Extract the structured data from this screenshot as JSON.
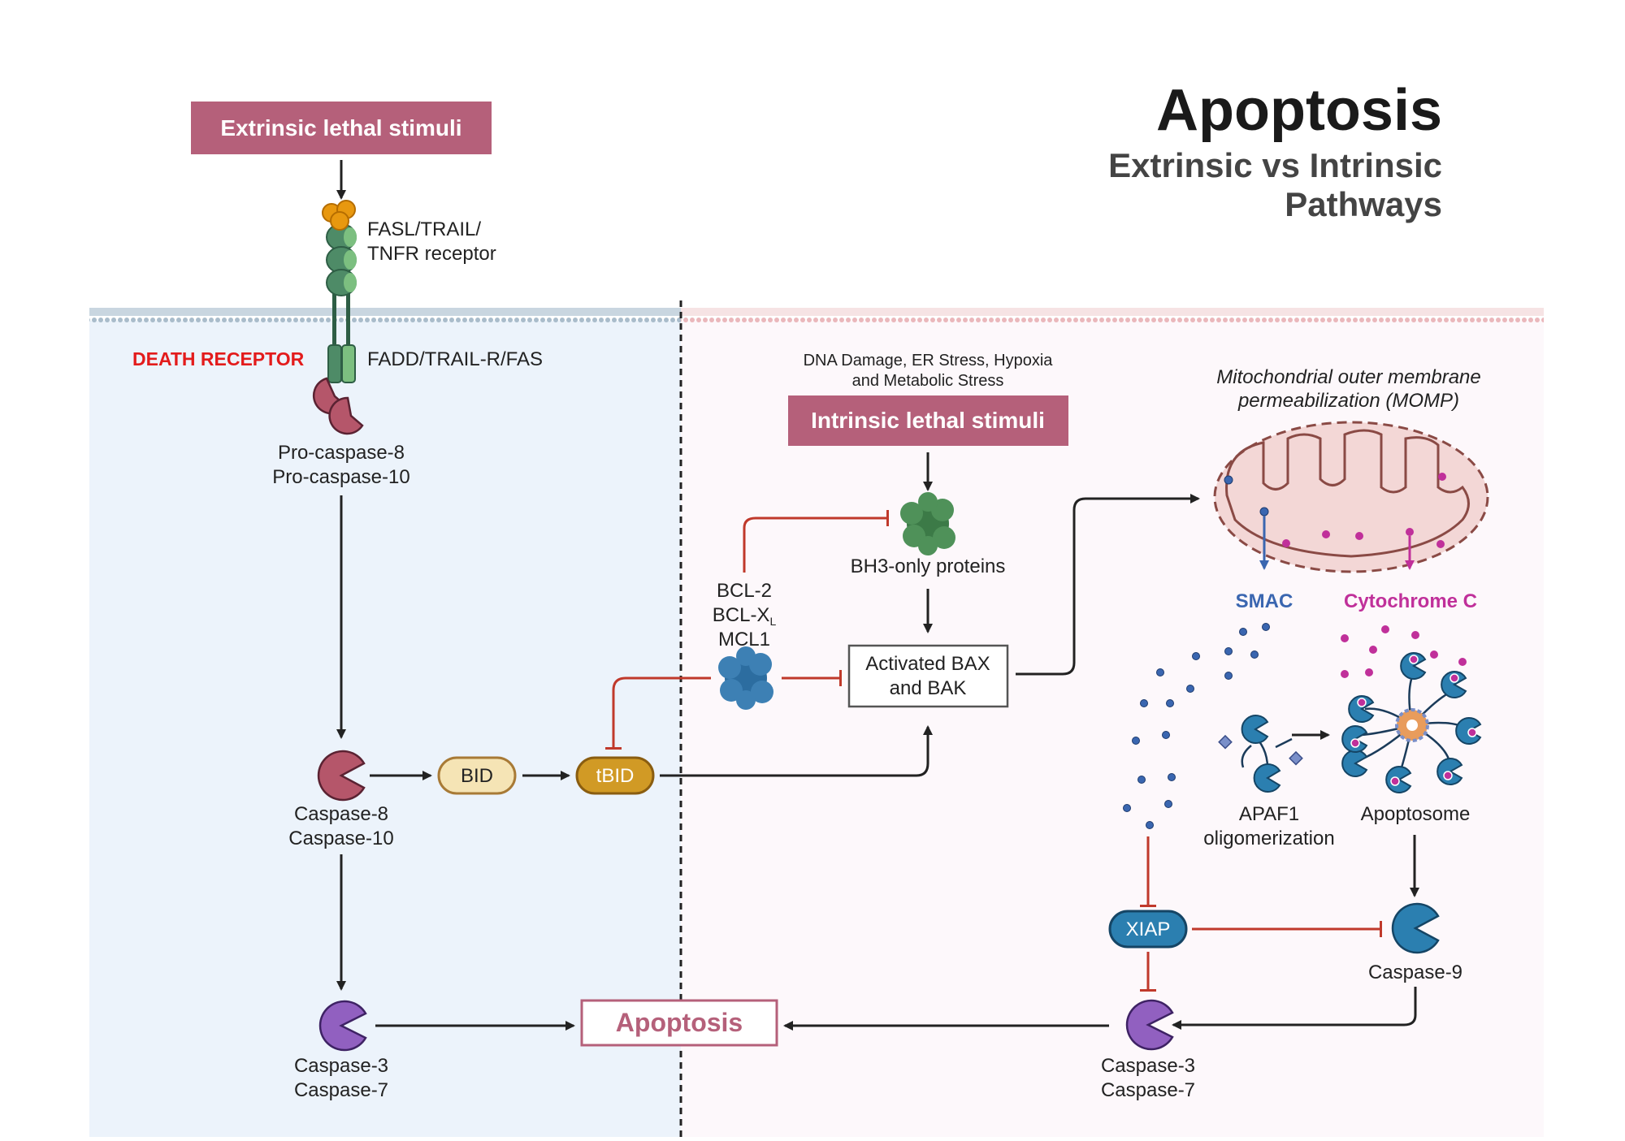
{
  "title": {
    "main": "Apoptosis",
    "sub_line1": "Extrinsic vs Intrinsic",
    "sub_line2": "Pathways"
  },
  "extrinsic": {
    "stimuli": "Extrinsic lethal stimuli",
    "ligand_line1": "FASL/TRAIL/",
    "ligand_line2": "TNFR receptor",
    "death_receptor": "DEATH RECEPTOR",
    "adaptor": "FADD/TRAIL-R/FAS",
    "procaspase_line1": "Pro-caspase-8",
    "procaspase_line2": "Pro-caspase-10",
    "caspase8_line1": "Caspase-8",
    "caspase8_line2": "Caspase-10",
    "bid": "BID",
    "tbid": "tBID",
    "caspase3_line1": "Caspase-3",
    "caspase3_line2": "Caspase-7"
  },
  "intrinsic": {
    "stress_line1": "DNA Damage, ER Stress, Hypoxia",
    "stress_line2": "and Metabolic Stress",
    "stimuli": "Intrinsic lethal stimuli",
    "bh3": "BH3-only proteins",
    "bcl_line1": "BCL-2",
    "bcl_line2_main": "BCL-X",
    "bcl_line2_sub": "L",
    "bcl_line3": "MCL1",
    "bax_line1": "Activated BAX",
    "bax_line2": "and BAK",
    "momp_line1": "Mitochondrial outer membrane",
    "momp_line2": "permeabilization (MOMP)",
    "smac": "SMAC",
    "cytc": "Cytochrome C",
    "apaf_line1": "APAF1",
    "apaf_line2": "oligomerization",
    "apoptosome": "Apoptosome",
    "xiap": "XIAP",
    "caspase9": "Caspase-9",
    "caspase3_line1": "Caspase-3",
    "caspase3_line2": "Caspase-7"
  },
  "outcome": "Apoptosis",
  "colors": {
    "stimuli_box": "#b5607a",
    "death_receptor_text": "#e31b1b",
    "inhibition": "#c0392b",
    "smac": "#3a66b0",
    "cytc": "#c0309a",
    "extrinsic_panel": "#ecf3fb",
    "intrinsic_panel": "#fdf8fb"
  }
}
